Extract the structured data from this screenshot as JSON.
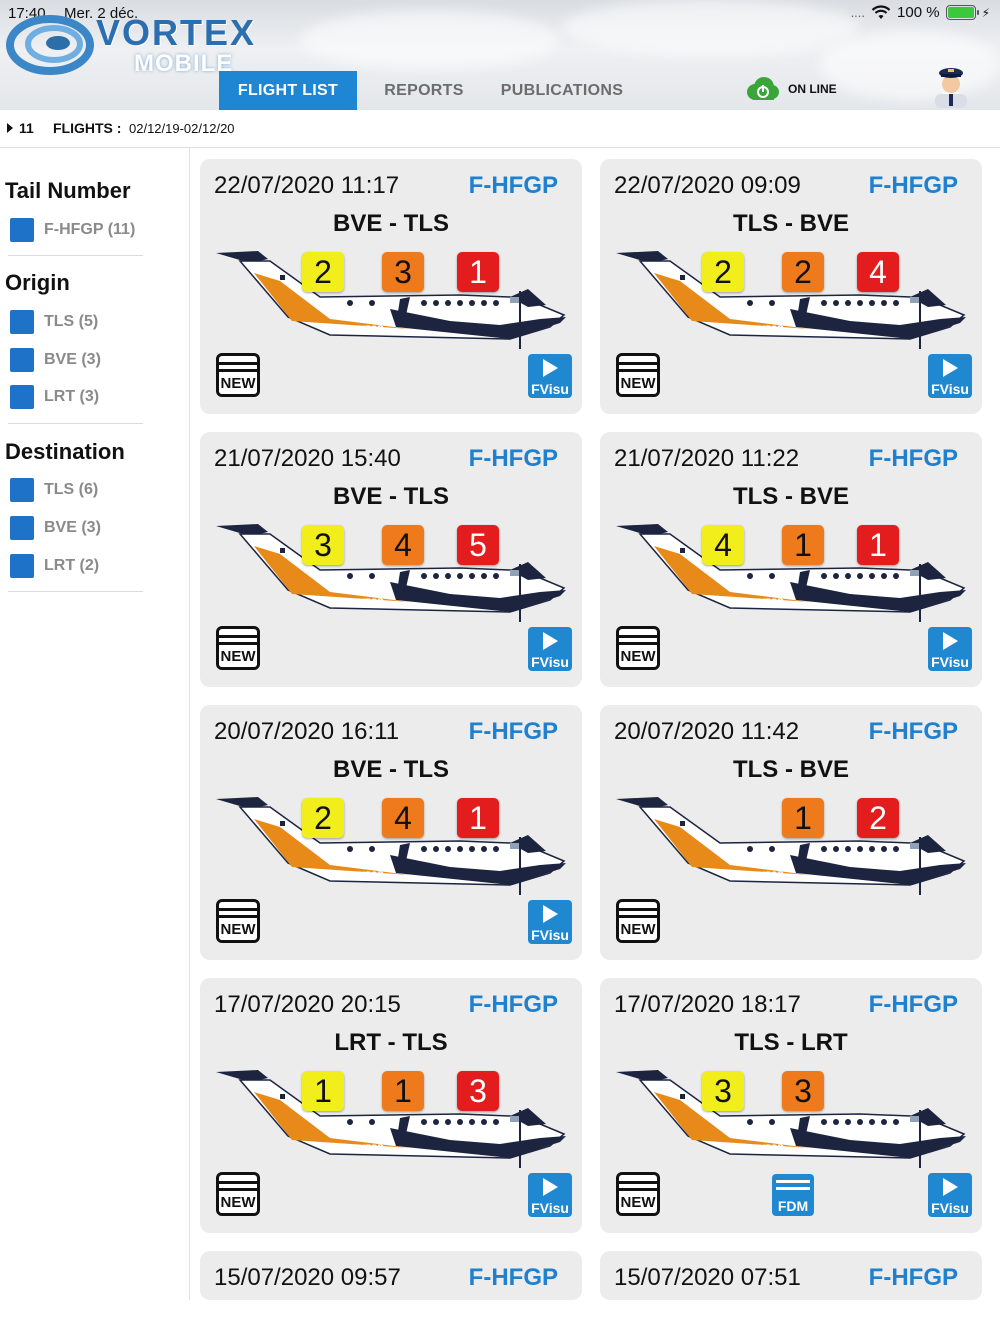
{
  "status_bar": {
    "time": "17:40",
    "date": "Mer. 2 déc.",
    "signal": "....",
    "battery": "100 %"
  },
  "logo": {
    "brand": "VORTEX",
    "sub": "MOBILE"
  },
  "tabs": [
    {
      "label": "FLIGHT LIST",
      "active": true
    },
    {
      "label": "REPORTS",
      "active": false
    },
    {
      "label": "PUBLICATIONS",
      "active": false
    }
  ],
  "connection": {
    "label": "ON LINE",
    "color": "#3aa63a"
  },
  "flights_bar": {
    "count": "11",
    "label": "FLIGHTS :",
    "range": "02/12/19-02/12/20"
  },
  "filters": {
    "tail_number": {
      "title": "Tail Number",
      "items": [
        "F-HFGP (11)"
      ]
    },
    "origin": {
      "title": "Origin",
      "items": [
        "TLS (5)",
        "BVE (3)",
        "LRT (3)"
      ]
    },
    "destination": {
      "title": "Destination",
      "items": [
        "TLS (6)",
        "BVE (3)",
        "LRT (2)"
      ]
    }
  },
  "colors": {
    "accent": "#1f86d3",
    "badge_yellow": "#f2ee1c",
    "badge_orange": "#ef7a1c",
    "badge_red": "#e31d1d"
  },
  "plane_registration": "F-HFGP",
  "flights": [
    {
      "datetime": "22/07/2020 11:17",
      "tail": "F-HFGP",
      "route": "BVE - TLS",
      "badges": [
        [
          "2",
          "y"
        ],
        [
          "3",
          "o"
        ],
        [
          "1",
          "r"
        ]
      ],
      "new_label": "NEW",
      "fvisu_label": "FVisu",
      "fdm_label": ""
    },
    {
      "datetime": "22/07/2020 09:09",
      "tail": "F-HFGP",
      "route": "TLS - BVE",
      "badges": [
        [
          "2",
          "y"
        ],
        [
          "2",
          "o"
        ],
        [
          "4",
          "r"
        ]
      ],
      "new_label": "NEW",
      "fvisu_label": "FVisu",
      "fdm_label": ""
    },
    {
      "datetime": "21/07/2020 15:40",
      "tail": "F-HFGP",
      "route": "BVE - TLS",
      "badges": [
        [
          "3",
          "y"
        ],
        [
          "4",
          "o"
        ],
        [
          "5",
          "r"
        ]
      ],
      "new_label": "NEW",
      "fvisu_label": "FVisu",
      "fdm_label": ""
    },
    {
      "datetime": "21/07/2020 11:22",
      "tail": "F-HFGP",
      "route": "TLS - BVE",
      "badges": [
        [
          "4",
          "y"
        ],
        [
          "1",
          "o"
        ],
        [
          "1",
          "r"
        ]
      ],
      "new_label": "NEW",
      "fvisu_label": "FVisu",
      "fdm_label": ""
    },
    {
      "datetime": "20/07/2020 16:11",
      "tail": "F-HFGP",
      "route": "BVE - TLS",
      "badges": [
        [
          "2",
          "y"
        ],
        [
          "4",
          "o"
        ],
        [
          "1",
          "r"
        ]
      ],
      "new_label": "NEW",
      "fvisu_label": "FVisu",
      "fdm_label": ""
    },
    {
      "datetime": "20/07/2020 11:42",
      "tail": "F-HFGP",
      "route": "TLS - BVE",
      "badges": [
        null,
        [
          "1",
          "o"
        ],
        [
          "2",
          "r"
        ]
      ],
      "new_label": "NEW",
      "fvisu_label": "",
      "fdm_label": ""
    },
    {
      "datetime": "17/07/2020 20:15",
      "tail": "F-HFGP",
      "route": "LRT - TLS",
      "badges": [
        [
          "1",
          "y"
        ],
        [
          "1",
          "o"
        ],
        [
          "3",
          "r"
        ]
      ],
      "new_label": "NEW",
      "fvisu_label": "FVisu",
      "fdm_label": ""
    },
    {
      "datetime": "17/07/2020 18:17",
      "tail": "F-HFGP",
      "route": "TLS - LRT",
      "badges": [
        [
          "3",
          "y"
        ],
        [
          "3",
          "o"
        ],
        null
      ],
      "new_label": "NEW",
      "fvisu_label": "FVisu",
      "fdm_label": "FDM"
    },
    {
      "datetime": "15/07/2020 09:57",
      "tail": "F-HFGP",
      "route": "",
      "badges": [
        null,
        null,
        null
      ],
      "new_label": "",
      "fvisu_label": "",
      "fdm_label": ""
    },
    {
      "datetime": "15/07/2020 07:51",
      "tail": "F-HFGP",
      "route": "",
      "badges": [
        null,
        null,
        null
      ],
      "new_label": "",
      "fvisu_label": "",
      "fdm_label": ""
    }
  ]
}
